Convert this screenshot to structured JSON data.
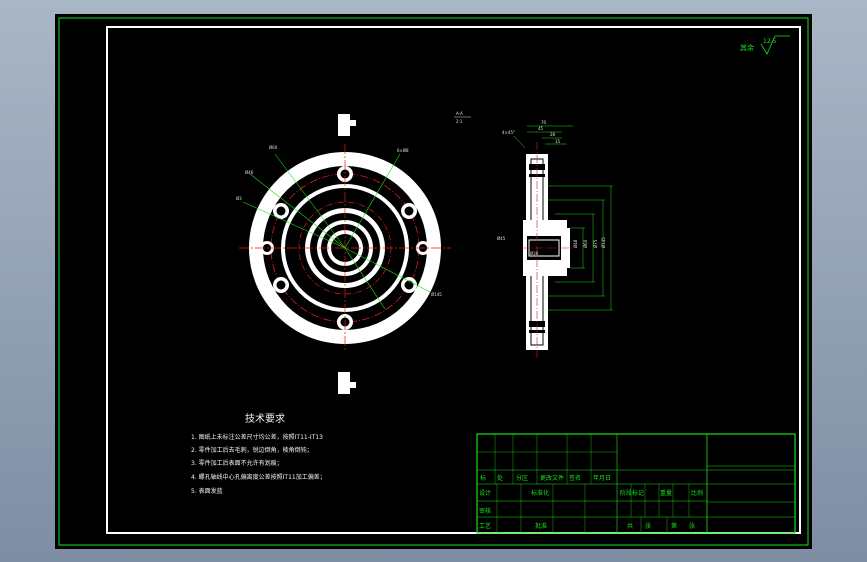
{
  "drawing": {
    "roughness": {
      "label": "其余",
      "value": "12.5"
    },
    "section_mark": {
      "top": "A-A",
      "bottom": "2:1"
    },
    "front_view_labels": [
      "6×Ø8",
      "Ø60",
      "Ø46",
      "Ø3",
      "Ø145"
    ],
    "side_view_labels": [
      "70",
      "45",
      "28",
      "15",
      "4×45°",
      "Ø48",
      "Ø60",
      "Ø75",
      "Ø145",
      "Ø45",
      "Ø36"
    ],
    "tech_requirements": {
      "title": "技术要求",
      "items": [
        "1. 图纸上未标注公差尺寸均公差，按照IT11-IT13",
        "2. 零件加工后去毛刺，锐边倒角，棱角倒钝；",
        "3. 零件加工后表面不允许有划痕；",
        "4. 螺孔轴线中心孔偏离度公差按照IT11加工偏差；",
        "5. 表面发蓝"
      ]
    },
    "title_block": {
      "row1": [
        "标",
        "处",
        "分区",
        "更改文件",
        "签名",
        "年月日"
      ],
      "row2_left": [
        "设计",
        "标准化"
      ],
      "row2_right": [
        "阶段标记",
        "重量",
        "比例"
      ],
      "row3": [
        "审核"
      ],
      "row4": [
        "工艺",
        "批准"
      ],
      "row4_right": [
        "共",
        "张",
        "第",
        "张"
      ]
    }
  }
}
